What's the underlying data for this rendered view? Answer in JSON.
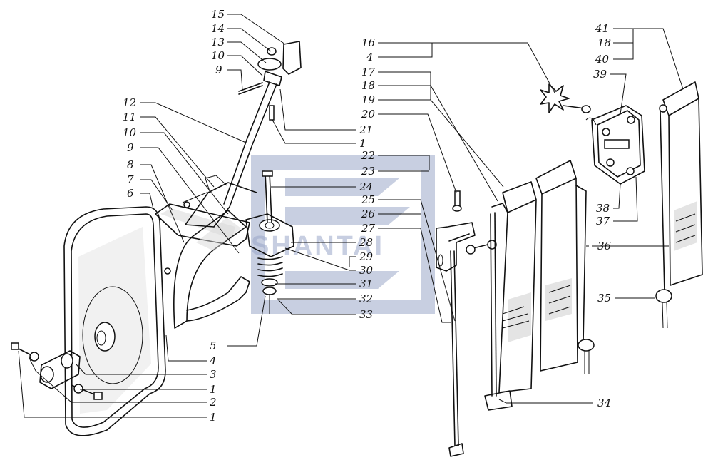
{
  "colors": {
    "ink": "#111111",
    "watermark": "#9aa7c9",
    "background": "#ffffff"
  },
  "watermark": {
    "text": "SHANTAI"
  },
  "labels": {
    "l15": "15",
    "l14": "14",
    "l13": "13",
    "l10a": "10",
    "l9a": "9",
    "l12": "12",
    "l11": "11",
    "l10b": "10",
    "l9b": "9",
    "l8": "8",
    "l7": "7",
    "l6": "6",
    "l21": "21",
    "l1a": "1",
    "l22": "22",
    "l23": "23",
    "l24": "24",
    "l25": "25",
    "l26": "26",
    "l27": "27",
    "l28": "28",
    "l29": "29",
    "l30": "30",
    "l31": "31",
    "l32": "32",
    "l33": "33",
    "l5": "5",
    "l4a": "4",
    "l3": "3",
    "l1b": "1",
    "l2": "2",
    "l1c": "1",
    "l16": "16",
    "l4b": "4",
    "l17": "17",
    "l18a": "18",
    "l19": "19",
    "l20": "20",
    "l41": "41",
    "l18b": "18",
    "l40": "40",
    "l39": "39",
    "l38": "38",
    "l37": "37",
    "l36": "36",
    "l35": "35",
    "l34": "34"
  }
}
